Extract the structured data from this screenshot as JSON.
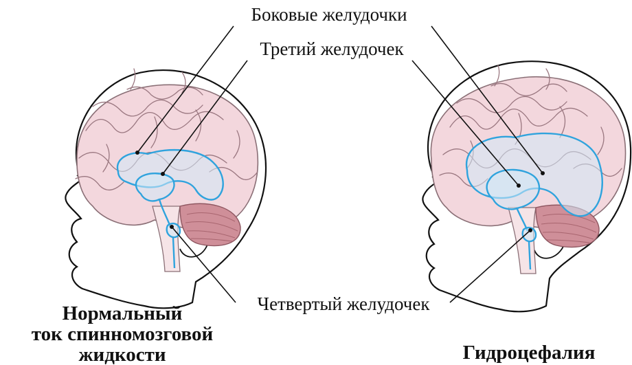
{
  "labels": {
    "lateral_ventricles": "Боковые желудочки",
    "third_ventricle": "Третий желудочек",
    "fourth_ventricle": "Четвертый желудочек"
  },
  "captions": {
    "normal_line1": "Нормальный",
    "normal_line2": "ток спинномозговой",
    "normal_line3": "жидкости",
    "hydrocephalus": "Гидроцефалия"
  },
  "colors": {
    "ventricle": "#2fa3dd",
    "brain": "#f3d7dd",
    "cerebellum": "#cf8f99",
    "outline": "#111111"
  }
}
